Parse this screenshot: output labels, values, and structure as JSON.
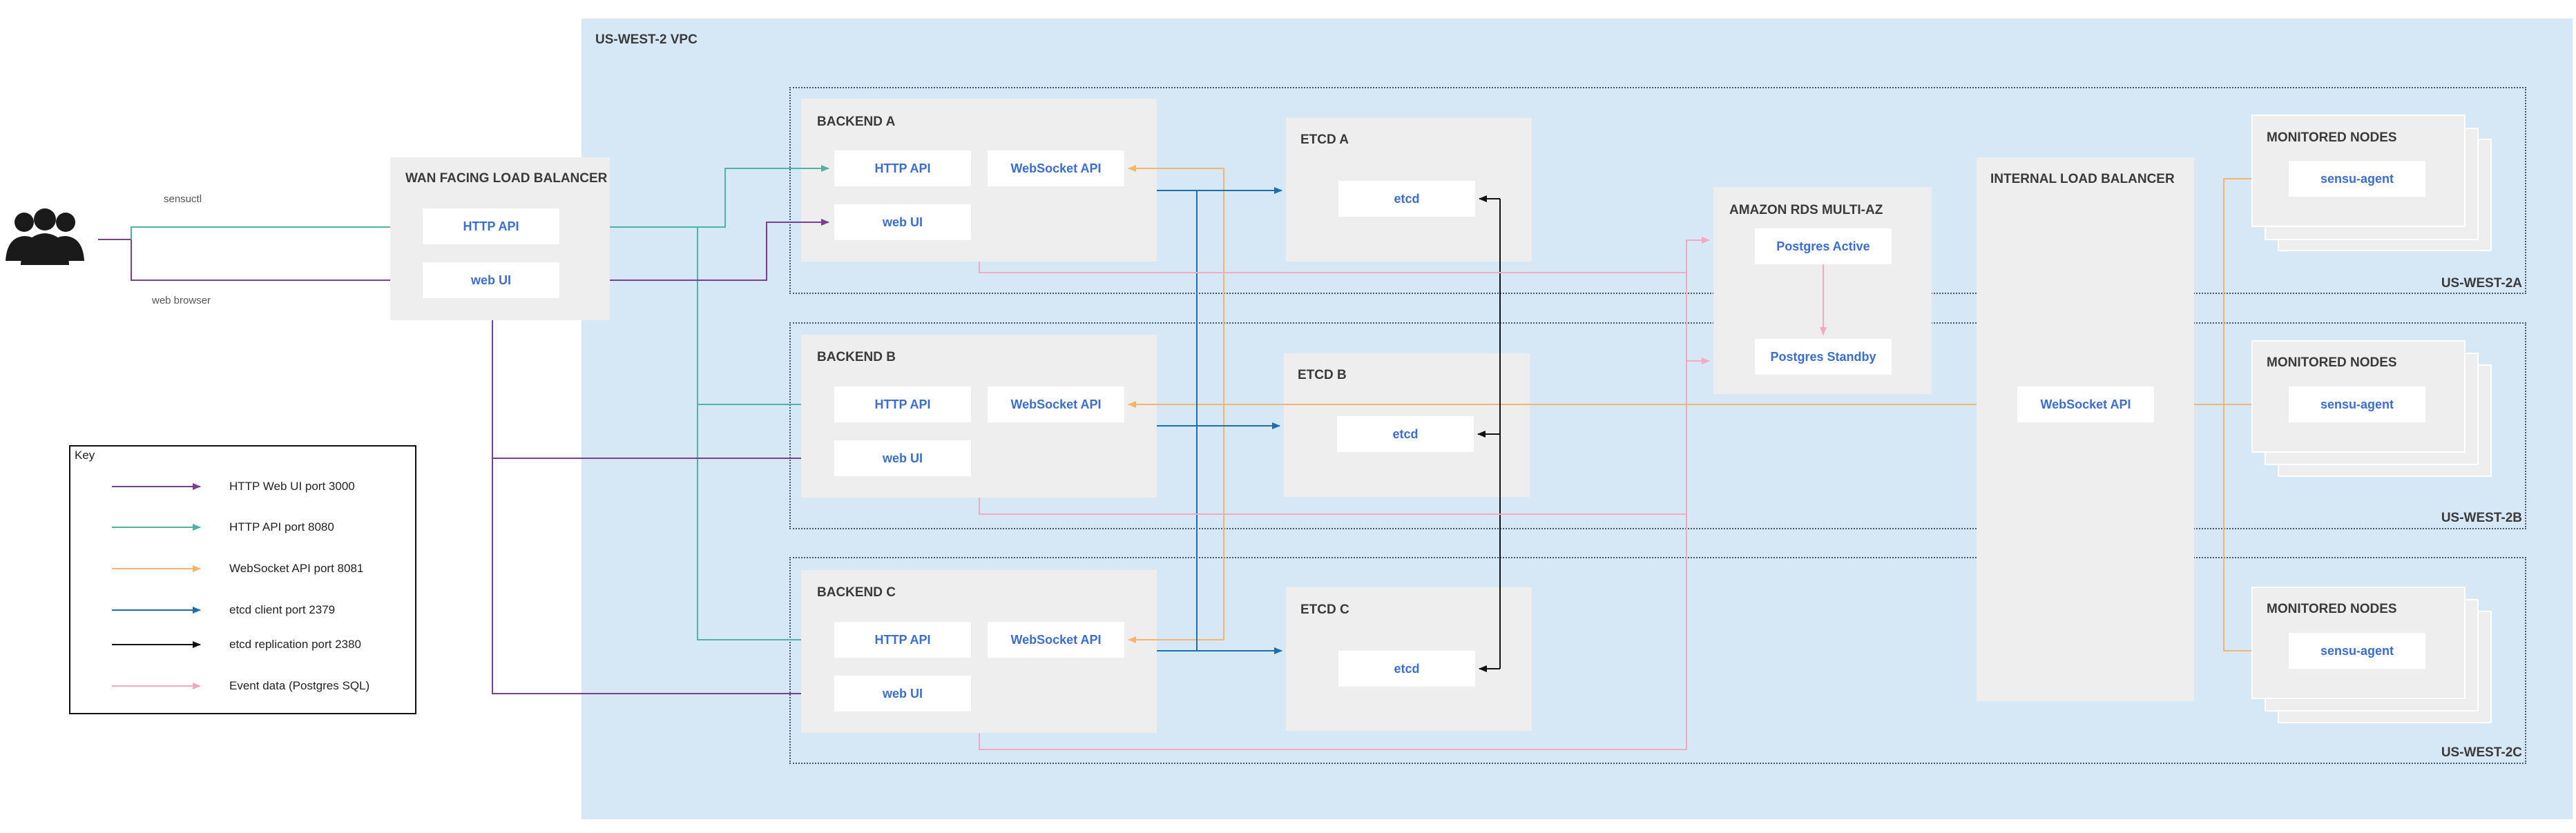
{
  "vpc": {
    "title": "US-WEST-2 VPC"
  },
  "zones": {
    "a": "US-WEST-2A",
    "b": "US-WEST-2B",
    "c": "US-WEST-2C"
  },
  "user_labels": {
    "sensuctl": "sensuctl",
    "browser": "web browser"
  },
  "wan_lb": {
    "title": "WAN FACING LOAD BALANCER",
    "http_api": "HTTP API",
    "web_ui": "web UI"
  },
  "backends": [
    {
      "title": "BACKEND A",
      "http_api": "HTTP API",
      "websocket_api": "WebSocket API",
      "web_ui": "web UI"
    },
    {
      "title": "BACKEND B",
      "http_api": "HTTP API",
      "websocket_api": "WebSocket API",
      "web_ui": "web UI"
    },
    {
      "title": "BACKEND C",
      "http_api": "HTTP API",
      "websocket_api": "WebSocket API",
      "web_ui": "web UI"
    }
  ],
  "etcds": [
    {
      "title": "ETCD A",
      "node": "etcd"
    },
    {
      "title": "ETCD B",
      "node": "etcd"
    },
    {
      "title": "ETCD C",
      "node": "etcd"
    }
  ],
  "rds": {
    "title": "AMAZON RDS MULTI-AZ",
    "active": "Postgres Active",
    "standby": "Postgres Standby"
  },
  "internal_lb": {
    "title": "INTERNAL LOAD BALANCER",
    "websocket_api": "WebSocket API"
  },
  "monitored": [
    {
      "title": "MONITORED NODES",
      "agent": "sensu-agent"
    },
    {
      "title": "MONITORED NODES",
      "agent": "sensu-agent"
    },
    {
      "title": "MONITORED NODES",
      "agent": "sensu-agent"
    }
  ],
  "key": {
    "title": "Key",
    "items": [
      {
        "label": "HTTP Web UI port 3000",
        "color": "#7b3f8f"
      },
      {
        "label": "HTTP API port 8080",
        "color": "#4fb3a3"
      },
      {
        "label": "WebSocket API port 8081",
        "color": "#f5b56b"
      },
      {
        "label": "etcd client port 2379",
        "color": "#1a6fae"
      },
      {
        "label": "etcd replication port 2380",
        "color": "#111111"
      },
      {
        "label": "Event data (Postgres SQL)",
        "color": "#f4a9c0"
      }
    ]
  },
  "colors": {
    "web_ui": "#7b3f8f",
    "http_api": "#4fb3a3",
    "websocket": "#f5b56b",
    "etcd_client": "#1a6fae",
    "etcd_replication": "#111111",
    "event_data": "#f4a9c0",
    "vpc_bg": "#d6e7f5",
    "node_text": "#3b6ecf"
  }
}
